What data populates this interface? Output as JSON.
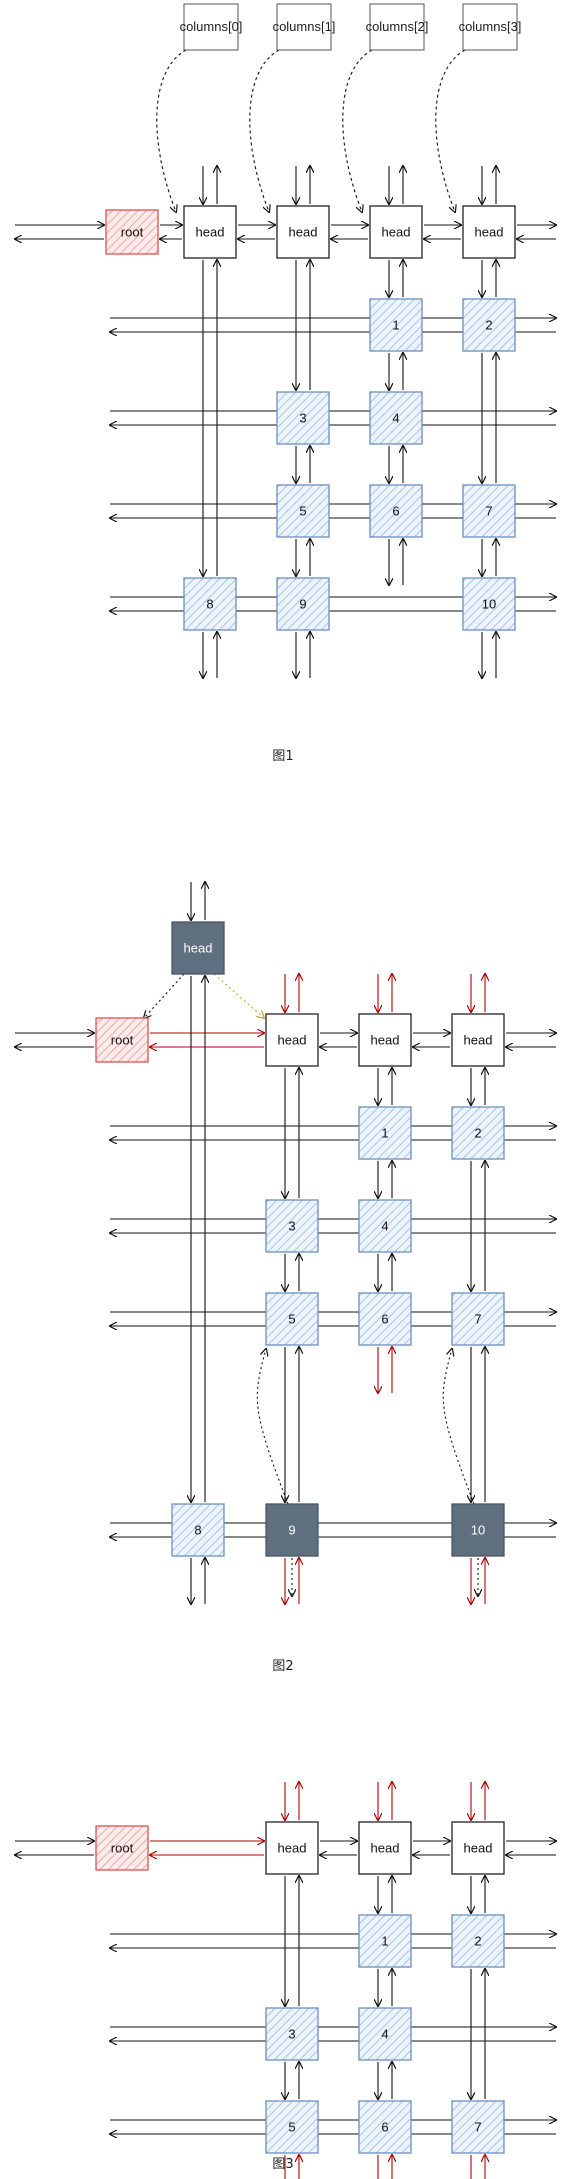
{
  "captions": {
    "fig1": "图1",
    "fig2": "图2",
    "fig3": "图3"
  },
  "labels": {
    "root": "root",
    "head": "head",
    "column_tags": [
      "columns[0]",
      "columns[1]",
      "columns[2]",
      "columns[3]"
    ]
  },
  "colors": {
    "root_border": "#d9534f",
    "root_fill": "#f8d7d4",
    "head_border": "#222222",
    "data_border": "#6c8ebf",
    "data_fill": "#dae8fc",
    "dark_fill": "#5f6f80",
    "red_arrow": "#b30000",
    "line": "#111111",
    "dotted_yellow": "#c9a227"
  },
  "figures": [
    {
      "id": "fig1",
      "caption_key": "fig1",
      "column_tags": true,
      "root": true,
      "removed_head_column": false,
      "head_columns": 4,
      "nodes": [
        {
          "label": "1",
          "col": 2,
          "row": 1
        },
        {
          "label": "2",
          "col": 3,
          "row": 1
        },
        {
          "label": "3",
          "col": 1,
          "row": 2
        },
        {
          "label": "4",
          "col": 2,
          "row": 2
        },
        {
          "label": "5",
          "col": 1,
          "row": 3
        },
        {
          "label": "6",
          "col": 2,
          "row": 3
        },
        {
          "label": "7",
          "col": 3,
          "row": 3
        },
        {
          "label": "8",
          "col": 0,
          "row": 4
        },
        {
          "label": "9",
          "col": 1,
          "row": 4
        },
        {
          "label": "10",
          "col": 3,
          "row": 4
        }
      ]
    },
    {
      "id": "fig2",
      "caption_key": "fig2",
      "column_tags": false,
      "root": true,
      "removed_head_column": true,
      "head_columns": 3,
      "nodes": [
        {
          "label": "1",
          "col": 1,
          "row": 1
        },
        {
          "label": "2",
          "col": 2,
          "row": 1
        },
        {
          "label": "3",
          "col": 0,
          "row": 2
        },
        {
          "label": "4",
          "col": 1,
          "row": 2
        },
        {
          "label": "5",
          "col": 0,
          "row": 3
        },
        {
          "label": "6",
          "col": 1,
          "row": 3
        },
        {
          "label": "7",
          "col": 2,
          "row": 3
        },
        {
          "label": "8",
          "col": -1,
          "row": 4
        },
        {
          "label": "9",
          "col": 0,
          "row": 4,
          "dark": true
        },
        {
          "label": "10",
          "col": 2,
          "row": 4,
          "dark": true
        }
      ]
    },
    {
      "id": "fig3",
      "caption_key": "fig3",
      "column_tags": false,
      "root": true,
      "removed_head_column": false,
      "head_columns": 3,
      "nodes": [
        {
          "label": "1",
          "col": 1,
          "row": 1
        },
        {
          "label": "2",
          "col": 2,
          "row": 1
        },
        {
          "label": "3",
          "col": 0,
          "row": 2
        },
        {
          "label": "4",
          "col": 1,
          "row": 2
        },
        {
          "label": "5",
          "col": 0,
          "row": 3
        },
        {
          "label": "6",
          "col": 1,
          "row": 3
        },
        {
          "label": "7",
          "col": 2,
          "row": 3
        }
      ]
    }
  ]
}
